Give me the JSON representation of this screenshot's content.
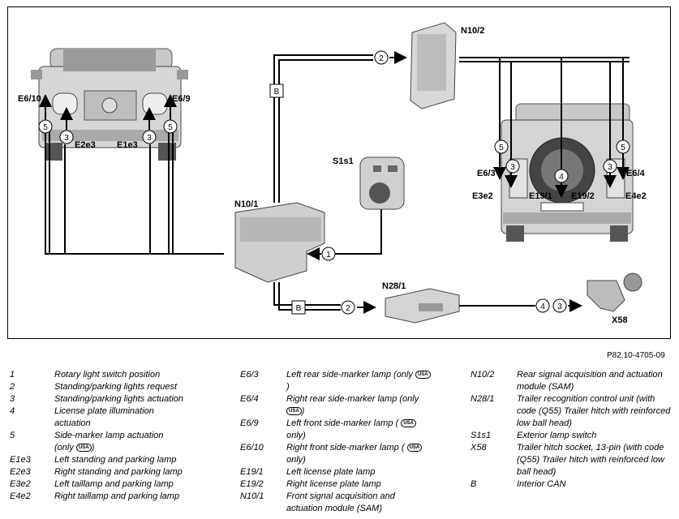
{
  "diagram": {
    "labels": {
      "n10_2": "N10/2",
      "n10_1": "N10/1",
      "n28_1": "N28/1",
      "s1s1": "S1s1",
      "x58": "X58",
      "e6_10": "E6/10",
      "e6_9": "E6/9",
      "e2e3": "E2e3",
      "e1e3": "E1e3",
      "e6_3": "E6/3",
      "e6_4": "E6/4",
      "e3e2": "E3e2",
      "e4e2": "E4e2",
      "e19_1": "E19/1",
      "e19_2": "E19/2"
    },
    "badges": {
      "b": "B",
      "n1": "1",
      "n2": "2",
      "n3": "3",
      "n4": "4",
      "n5": "5"
    },
    "ref": "P82.10-4705-09"
  },
  "legend": {
    "usa_symbol": "USA",
    "col1": [
      {
        "code": "1",
        "desc": "Rotary light switch position"
      },
      {
        "code": "2",
        "desc": "Standing/parking lights request"
      },
      {
        "code": "3",
        "desc": "Standing/parking lights actuation"
      },
      {
        "code": "4",
        "desc": "License plate illumination actuation"
      },
      {
        "code": "5",
        "desc": "Side-marker lamp actuation",
        "desc2": "(only",
        "desc3": ")"
      },
      {
        "code": "E1e3",
        "desc": "Left standing and parking lamp"
      },
      {
        "code": "E2e3",
        "desc": "Right standing and parking lamp"
      },
      {
        "code": "E3e2",
        "desc": "Left taillamp and parking lamp"
      },
      {
        "code": "E4e2",
        "desc": "Right taillamp and parking lamp"
      }
    ],
    "col2": [
      {
        "code": "E6/3",
        "desc": "Left rear side-marker lamp (only",
        "desc2": ")"
      },
      {
        "code": "E6/4",
        "desc": "Right rear side-marker lamp (only",
        "desc2": ")"
      },
      {
        "code": "E6/9",
        "desc": "Left front side-marker lamp (",
        "desc2": "only)"
      },
      {
        "code": "E6/10",
        "desc": "Right front side-marker lamp (",
        "desc2": "only)"
      },
      {
        "code": "E19/1",
        "desc": "Left license plate lamp"
      },
      {
        "code": "E19/2",
        "desc": "Right license plate lamp"
      },
      {
        "code": "N10/1",
        "desc": "Front signal acquisition and actuation module (SAM)"
      }
    ],
    "col3": [
      {
        "code": "N10/2",
        "desc": "Rear signal acquisition and actuation module (SAM)"
      },
      {
        "code": "N28/1",
        "desc": "Trailer recognition control unit (with code (Q55) Trailer hitch with reinforced low ball head)"
      },
      {
        "code": "S1s1",
        "desc": "Exterior lamp switch"
      },
      {
        "code": "X58",
        "desc": "Trailer hitch socket, 13-pin (with code (Q55) Trailer hitch with reinforced low ball head)"
      },
      {
        "code": "B",
        "desc": "Interior CAN"
      }
    ]
  }
}
